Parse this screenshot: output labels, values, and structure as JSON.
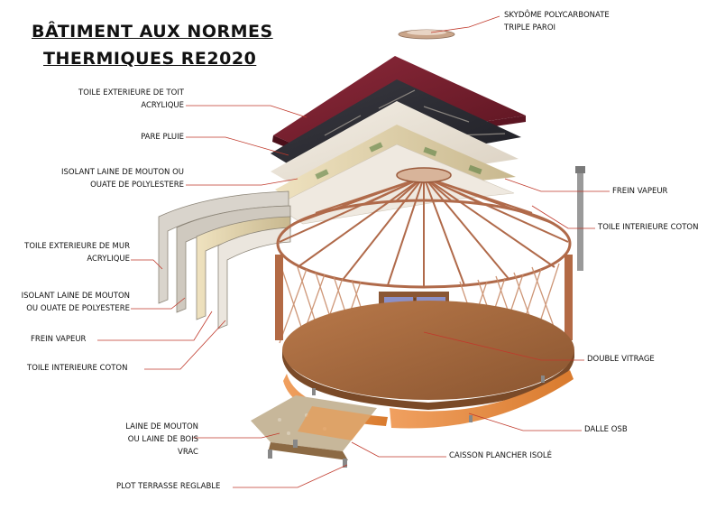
{
  "title": {
    "line1": "BÂTIMENT AUX NORMES",
    "line2": "THERMIQUES RE2020"
  },
  "labels": {
    "skydome_1": "SKYDÔME POLYCARBONATE",
    "skydome_2": "TRIPLE PAROI",
    "toile_toit_1": "TOILE EXTERIEURE DE TOIT",
    "toile_toit_2": "ACRYLIQUE",
    "pare_pluie": "PARE PLUIE",
    "isolant_toit_1": "ISOLANT LAINE DE MOUTON OU",
    "isolant_toit_2": "OUATE DE POLYLESTERE",
    "frein_vapeur_toit": "FREIN VAPEUR",
    "toile_int_toit": "TOILE INTERIEURE COTON",
    "toile_mur_1": "TOILE EXTERIEURE DE MUR",
    "toile_mur_2": "ACRYLIQUE",
    "isolant_mur_1": "ISOLANT LAINE DE MOUTON",
    "isolant_mur_2": "OU OUATE DE POLYESTERE",
    "frein_vapeur_mur": "FREIN VAPEUR",
    "toile_int_mur": "TOILE INTERIEURE COTON",
    "double_vitrage": "DOUBLE VITRAGE",
    "laine_vrac_1": "LAINE DE MOUTON",
    "laine_vrac_2": "OU LAINE DE BOIS",
    "laine_vrac_3": "VRAC",
    "dalle_osb": "DALLE OSB",
    "caisson": "CAISSON PLANCHER ISOLÉ",
    "plot": "PLOT TERRASSE REGLABLE"
  },
  "colors": {
    "roof_outer": "#7a1f2e",
    "membrane_dark": "#2a2a30",
    "insulation": "#e6d8b8",
    "inner_canvas": "#ece5da",
    "frame_wood": "#b06a4a",
    "floor_wood": "#a86b3c",
    "osb": "#e58a3a",
    "leader_line": "#c0392b"
  }
}
